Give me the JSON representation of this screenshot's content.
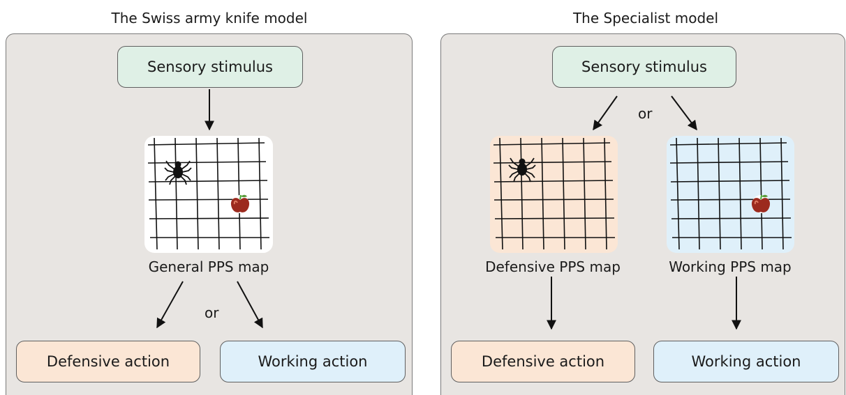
{
  "colors": {
    "panel_bg": "#e8e5e2",
    "sensory_bg": "#dff0e6",
    "defensive_bg": "#fbe6d5",
    "working_bg": "#dff0fa",
    "general_map_bg": "#ffffff",
    "grid_line": "#111111"
  },
  "left_panel": {
    "title": "The Swiss army knife model",
    "sensory": "Sensory stimulus",
    "map_label": "General PPS map",
    "or": "or",
    "defensive": "Defensive action",
    "working": "Working action"
  },
  "right_panel": {
    "title": "The Specialist model",
    "sensory": "Sensory stimulus",
    "or": "or",
    "defensive_map_label": "Defensive PPS map",
    "working_map_label": "Working PPS map",
    "defensive": "Defensive action",
    "working": "Working action"
  },
  "icons": {
    "threat": "spider-icon",
    "food": "apple-icon"
  }
}
